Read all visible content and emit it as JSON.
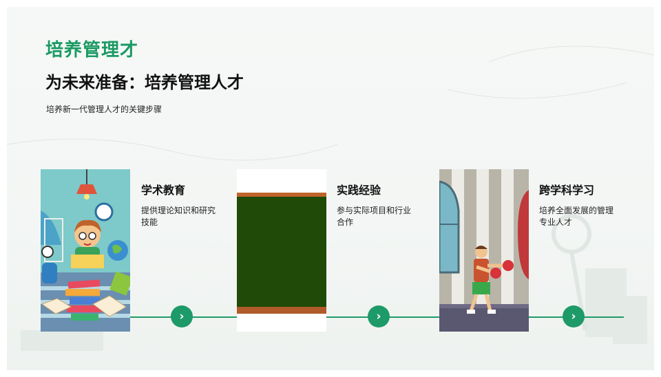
{
  "header": {
    "small_title": "培养管理才",
    "main_title": "为未来准备：培养管理人才",
    "subtitle": "培养新一代管理人才的关键步骤"
  },
  "steps": [
    {
      "title": "学术教育",
      "desc": "提供理论知识和研究技能",
      "image": "student-reading-illustration"
    },
    {
      "title": "实践经验",
      "desc": "参与实际项目和行业合作",
      "image": "chalkboard-illustration"
    },
    {
      "title": "跨学科学习",
      "desc": "培养全面发展的管理专业人才",
      "image": "boxing-kid-illustration"
    }
  ],
  "icons": {
    "arrow": "chevron-right-icon"
  },
  "colors": {
    "accent": "#1e9a68",
    "title_green": "#1a9a63",
    "text": "#111111"
  }
}
